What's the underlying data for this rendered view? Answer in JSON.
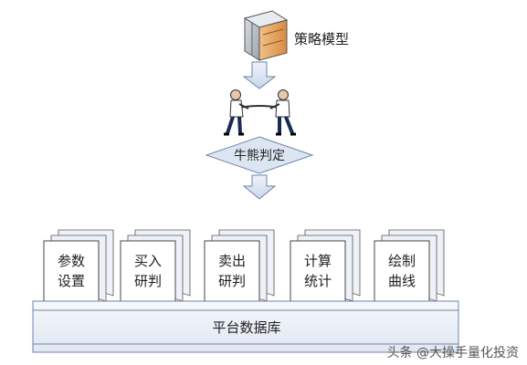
{
  "strategy_model": {
    "label": "策略模型"
  },
  "decision": {
    "label": "牛熊判定"
  },
  "modules": [
    {
      "line1": "参数",
      "line2": "设置"
    },
    {
      "line1": "买入",
      "line2": "研判"
    },
    {
      "line1": "卖出",
      "line2": "研判"
    },
    {
      "line1": "计算",
      "line2": "统计"
    },
    {
      "line1": "绘制",
      "line2": "曲线"
    }
  ],
  "platform": {
    "label": "平台数据库"
  },
  "watermark": {
    "text": "头条 @大操手量化投资"
  }
}
